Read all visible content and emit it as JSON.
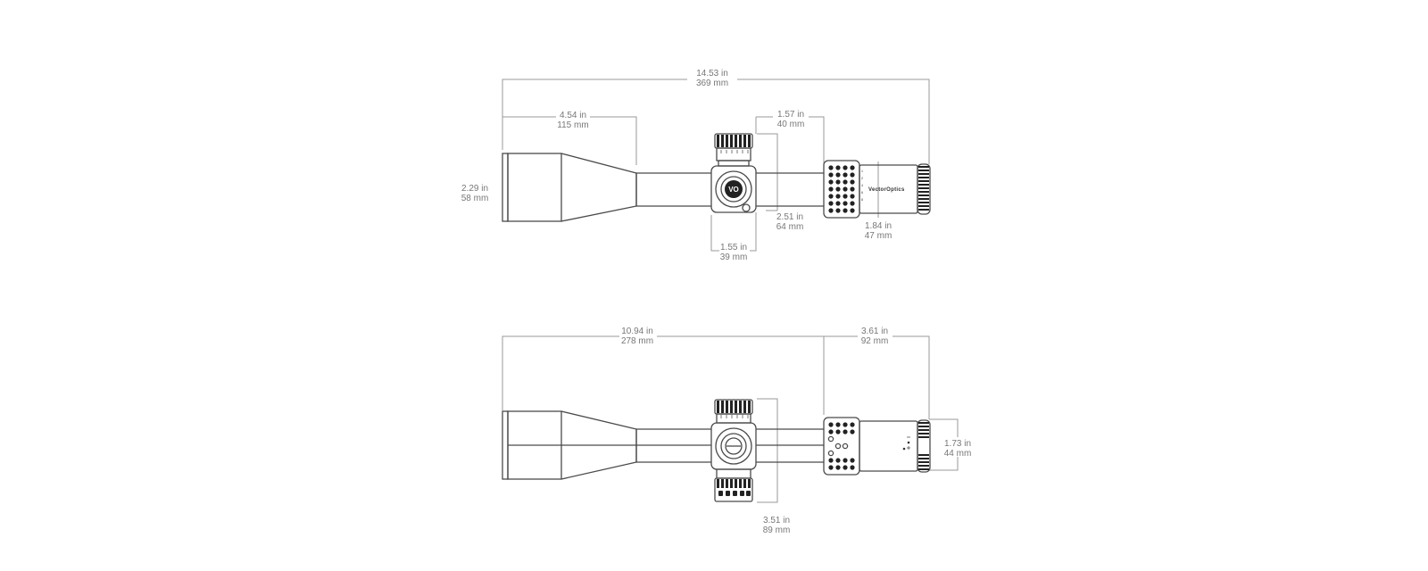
{
  "brand_text": "VectorOptics",
  "logo_text": "VO",
  "top_view": {
    "overall_length": {
      "in": "14.53 in",
      "mm": "369 mm"
    },
    "objective_bell_length": {
      "in": "4.54 in",
      "mm": "115 mm"
    },
    "eyepiece_length": {
      "in": "1.57 in",
      "mm": "40 mm"
    },
    "objective_diameter": {
      "in": "2.29 in",
      "mm": "58 mm"
    },
    "turret_height": {
      "in": "2.51 in",
      "mm": "64 mm"
    },
    "turret_width": {
      "in": "1.55 in",
      "mm": "39 mm"
    },
    "eyepiece_diameter": {
      "in": "1.84 in",
      "mm": "47 mm"
    }
  },
  "side_view": {
    "front_to_magnifier": {
      "in": "10.94 in",
      "mm": "278 mm"
    },
    "eyepiece_section": {
      "in": "3.61 in",
      "mm": "92 mm"
    },
    "turret_span": {
      "in": "3.51 in",
      "mm": "89 mm"
    },
    "ocular_diameter": {
      "in": "1.73 in",
      "mm": "44 mm"
    }
  }
}
